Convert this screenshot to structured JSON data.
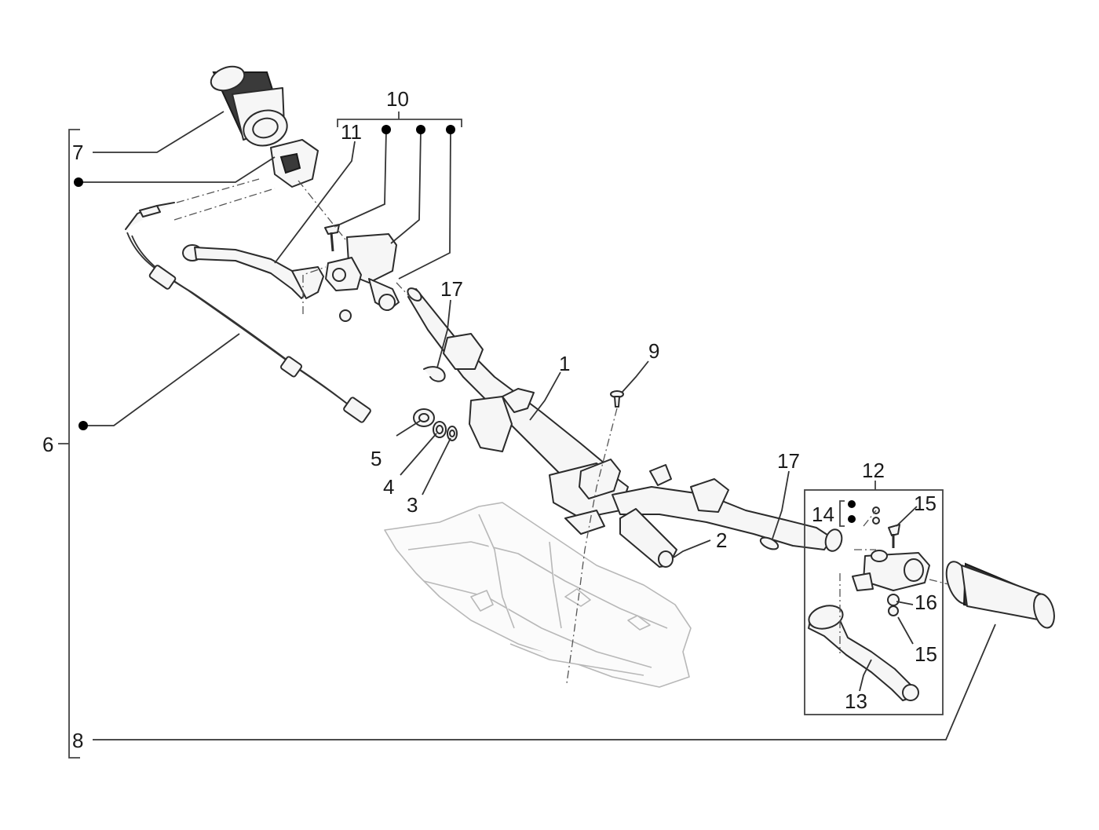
{
  "diagram": {
    "callouts": [
      {
        "id": "c1",
        "label": "1"
      },
      {
        "id": "c2",
        "label": "2"
      },
      {
        "id": "c3",
        "label": "3"
      },
      {
        "id": "c4",
        "label": "4"
      },
      {
        "id": "c5",
        "label": "5"
      },
      {
        "id": "c6",
        "label": "6"
      },
      {
        "id": "c7",
        "label": "7"
      },
      {
        "id": "c8",
        "label": "8"
      },
      {
        "id": "c9",
        "label": "9"
      },
      {
        "id": "c10",
        "label": "10"
      },
      {
        "id": "c11",
        "label": "11"
      },
      {
        "id": "c12",
        "label": "12"
      },
      {
        "id": "c13",
        "label": "13"
      },
      {
        "id": "c14",
        "label": "14"
      },
      {
        "id": "c15a",
        "label": "15"
      },
      {
        "id": "c15b",
        "label": "15"
      },
      {
        "id": "c16",
        "label": "16"
      },
      {
        "id": "c17a",
        "label": "17"
      },
      {
        "id": "c17b",
        "label": "17"
      }
    ]
  }
}
